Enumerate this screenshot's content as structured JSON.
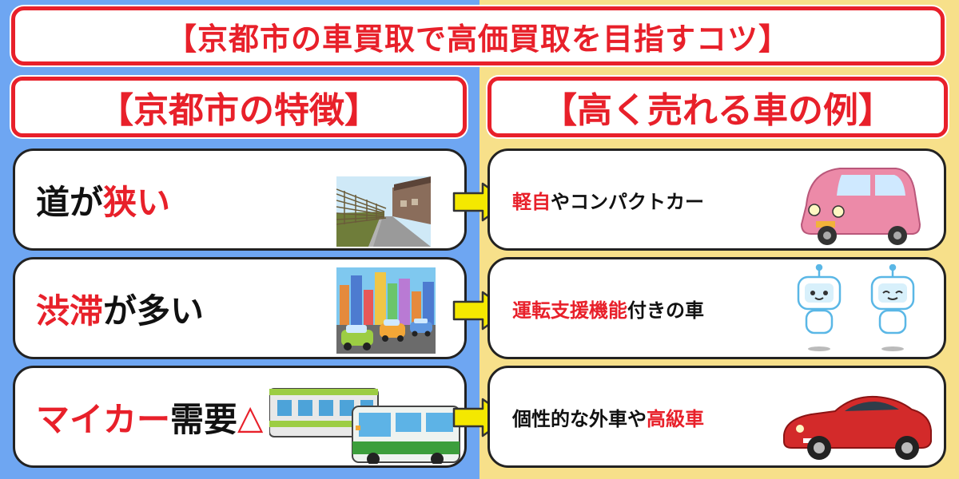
{
  "title": "【京都市の車買取で高価買取を目指すコツ】",
  "left_header": "【京都市の特徴】",
  "right_header": "【高く売れる車の例】",
  "left_items": [
    {
      "red_first": false,
      "plain": "道が",
      "red": "狭い"
    },
    {
      "red_first": true,
      "red": "渋滞",
      "plain": "が多い"
    },
    {
      "red_first": true,
      "red": "マイカー",
      "plain": "需要"
    }
  ],
  "left_item3_suffix": "△",
  "right_items": [
    {
      "red_first": true,
      "red": "軽自",
      "plain": "やコンパクトカー"
    },
    {
      "red_first": true,
      "red": "運転支援機能",
      "plain": "付きの車"
    },
    {
      "red_first": false,
      "plain": "個性的な外車や",
      "red": "高級車"
    }
  ],
  "colors": {
    "red": "#e8202a",
    "left_bg": "#6ea6f2",
    "right_bg": "#f7e08a",
    "arrow": "#f4e800"
  },
  "icons": [
    "narrow-road-illustration",
    "traffic-jam-illustration",
    "train-bus-illustration",
    "arrow-right-icon",
    "compact-car-illustration",
    "robot-illustration",
    "sports-car-illustration"
  ]
}
